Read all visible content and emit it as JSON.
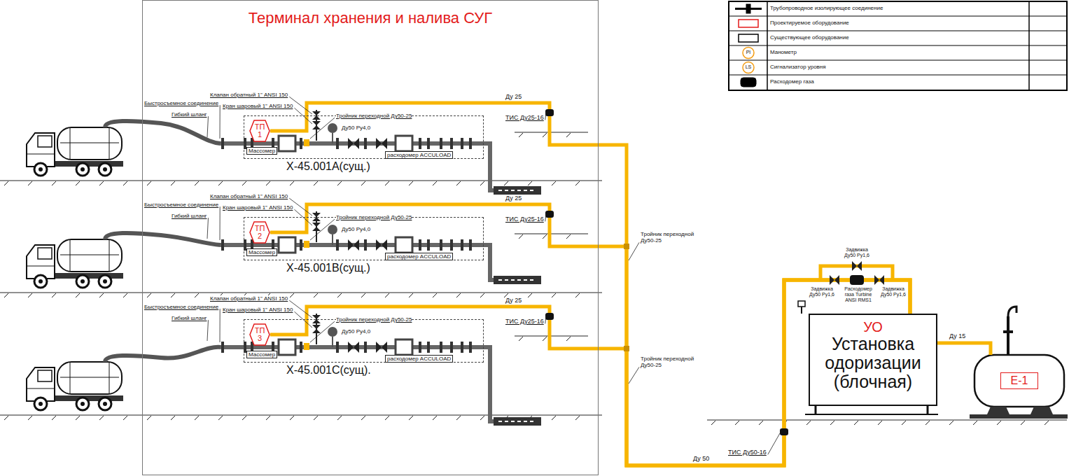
{
  "diagram": {
    "nodes": [
      {
        "text": [
          "Терминал хранения и налива СУГ"
        ]
      },
      {
        "text": [
          "X-45.001A(сущ.)"
        ],
        "in": 0
      },
      {
        "text": [
          "ТП 1"
        ],
        "in": 1
      },
      {
        "text": [
          "X-45.001B(сущ.)"
        ],
        "in": 0
      },
      {
        "text": [
          "ТП 2"
        ],
        "in": 3
      },
      {
        "text": [
          "X-45.001C(сущ)."
        ],
        "in": 0
      },
      {
        "text": [
          "ТП 3"
        ],
        "in": 5
      },
      {
        "text": [
          "УО",
          "Установка одоризации (блочная)"
        ]
      },
      {
        "text": [
          "Е-1"
        ]
      }
    ],
    "edges": [
      {
        "from": 2,
        "to": 7,
        "arrow": "none",
        "label": "Ду 25"
      },
      {
        "from": 4,
        "to": 7,
        "arrow": "none",
        "label": "Ду 25"
      },
      {
        "from": 6,
        "to": 7,
        "arrow": "none",
        "label": "Ду 25"
      },
      {
        "from": 7,
        "to": 8,
        "arrow": "none",
        "label": "Ду 15"
      }
    ],
    "labels": [
      "Клапан обратный 1\" ANSI 150",
      "Кран шаровый 1\" ANSI 150",
      "Тройник переходной Ду50-25",
      "Быстросъемное соединение",
      "Гибкий шланг",
      "Массомер",
      "Ду50 Ру4,0",
      "расходомер ACCULOAD",
      "ТИС Ду25-16",
      "Клапан обратный 1\" ANSI 150",
      "Кран шаровый 1\" ANSI 150",
      "Тройник переходной Ду50-25",
      "Быстросъемное соединение",
      "Гибкий шланг",
      "Массомер",
      "Ду50 Ру4,0",
      "расходомер ACCULOAD",
      "ТИС Ду25-16",
      "Клапан обратный 1\" ANSI 150",
      "Кран шаровый 1\" ANSI 150",
      "Тройник переходной Ду50-25",
      "Быстросъемное соединение",
      "Гибкий шланг",
      "Массомер",
      "Ду50 Ру4,0",
      "расходомер ACCULOAD",
      "ТИС Ду25-16",
      "Тройник переходной Ду50-25",
      "Тройник переходной Ду50-25",
      "Ду 50",
      "ТИС Ду50-16",
      "Задвижка Ду50 Ру1,6",
      "Задвижка Ду50 Ру1,6",
      "Задвижка Ду50 Ру1,6",
      "Расходомер газа Turbine ANSI RMS1",
      "PI",
      "LS"
    ],
    "legend": [
      {
        "text": "Трубопроводное изолирующее соединение"
      },
      {
        "text": "Проектируемое оборудование"
      },
      {
        "text": "Существующее оборудование"
      },
      {
        "text": "Манометр"
      },
      {
        "text": "Сигнализатор уровня"
      },
      {
        "text": "Расходомер газа"
      }
    ]
  }
}
